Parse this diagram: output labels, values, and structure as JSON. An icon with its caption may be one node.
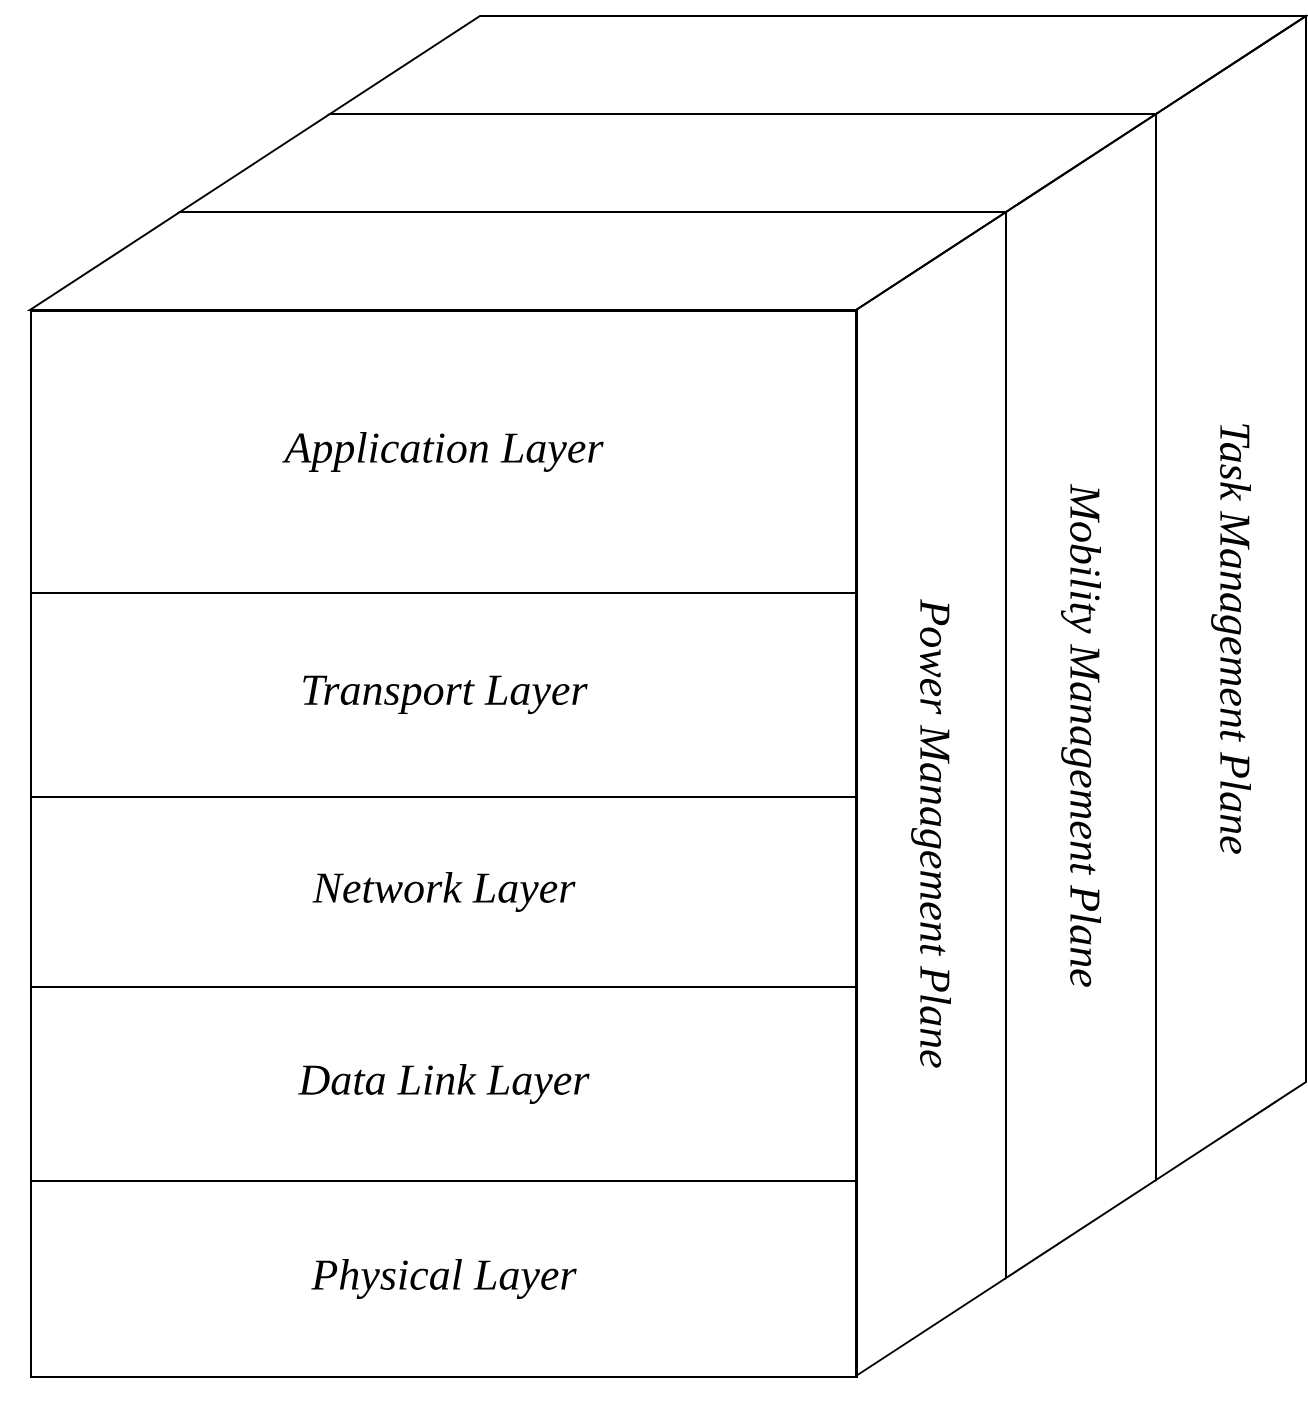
{
  "diagram": {
    "nodes": [
      {
        "text": [
          "Application Layer"
        ]
      },
      {
        "text": [
          "Transport Layer"
        ]
      },
      {
        "text": [
          "Network Layer"
        ]
      },
      {
        "text": [
          "Data Link Layer"
        ]
      },
      {
        "text": [
          "Physical Layer"
        ]
      },
      {
        "text": [
          "Power Management Plane"
        ]
      },
      {
        "text": [
          "Mobility Management Plane"
        ]
      },
      {
        "text": [
          "Task Management Plane"
        ]
      }
    ]
  }
}
